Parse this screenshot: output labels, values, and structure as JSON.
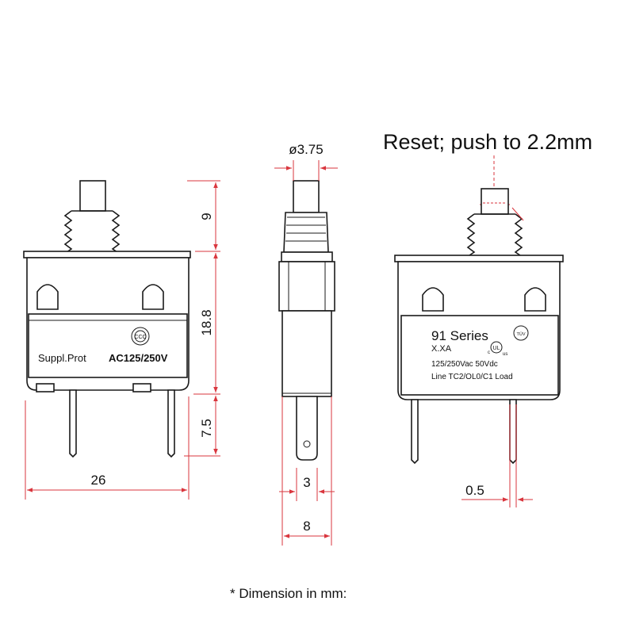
{
  "dimensions": {
    "diameter": "ø3.75",
    "button_height": "9",
    "body_height": "18.8",
    "pin_length": "7.5",
    "width": "26",
    "pin_width": "3",
    "depth": "8",
    "pin_thickness": "0.5"
  },
  "reset_note": "Reset; push to 2.2mm",
  "footer_note": "* Dimension in mm:",
  "front_label": {
    "brand": "Suppl.Prot",
    "rating": "AC125/250V",
    "cert_mark": "CCC"
  },
  "back_label": {
    "series": "91 Series",
    "current": "X.XA",
    "voltage": "125/250Vac 50Vdc",
    "wiring": "Line  TC2/OL0/C1 Load",
    "ul_mark": "UL",
    "ul_c": "c",
    "ul_us": "us",
    "tuv_mark": "TÜV"
  },
  "colors": {
    "dimension_line": "#d9363e",
    "outline": "#1a1a1a"
  }
}
